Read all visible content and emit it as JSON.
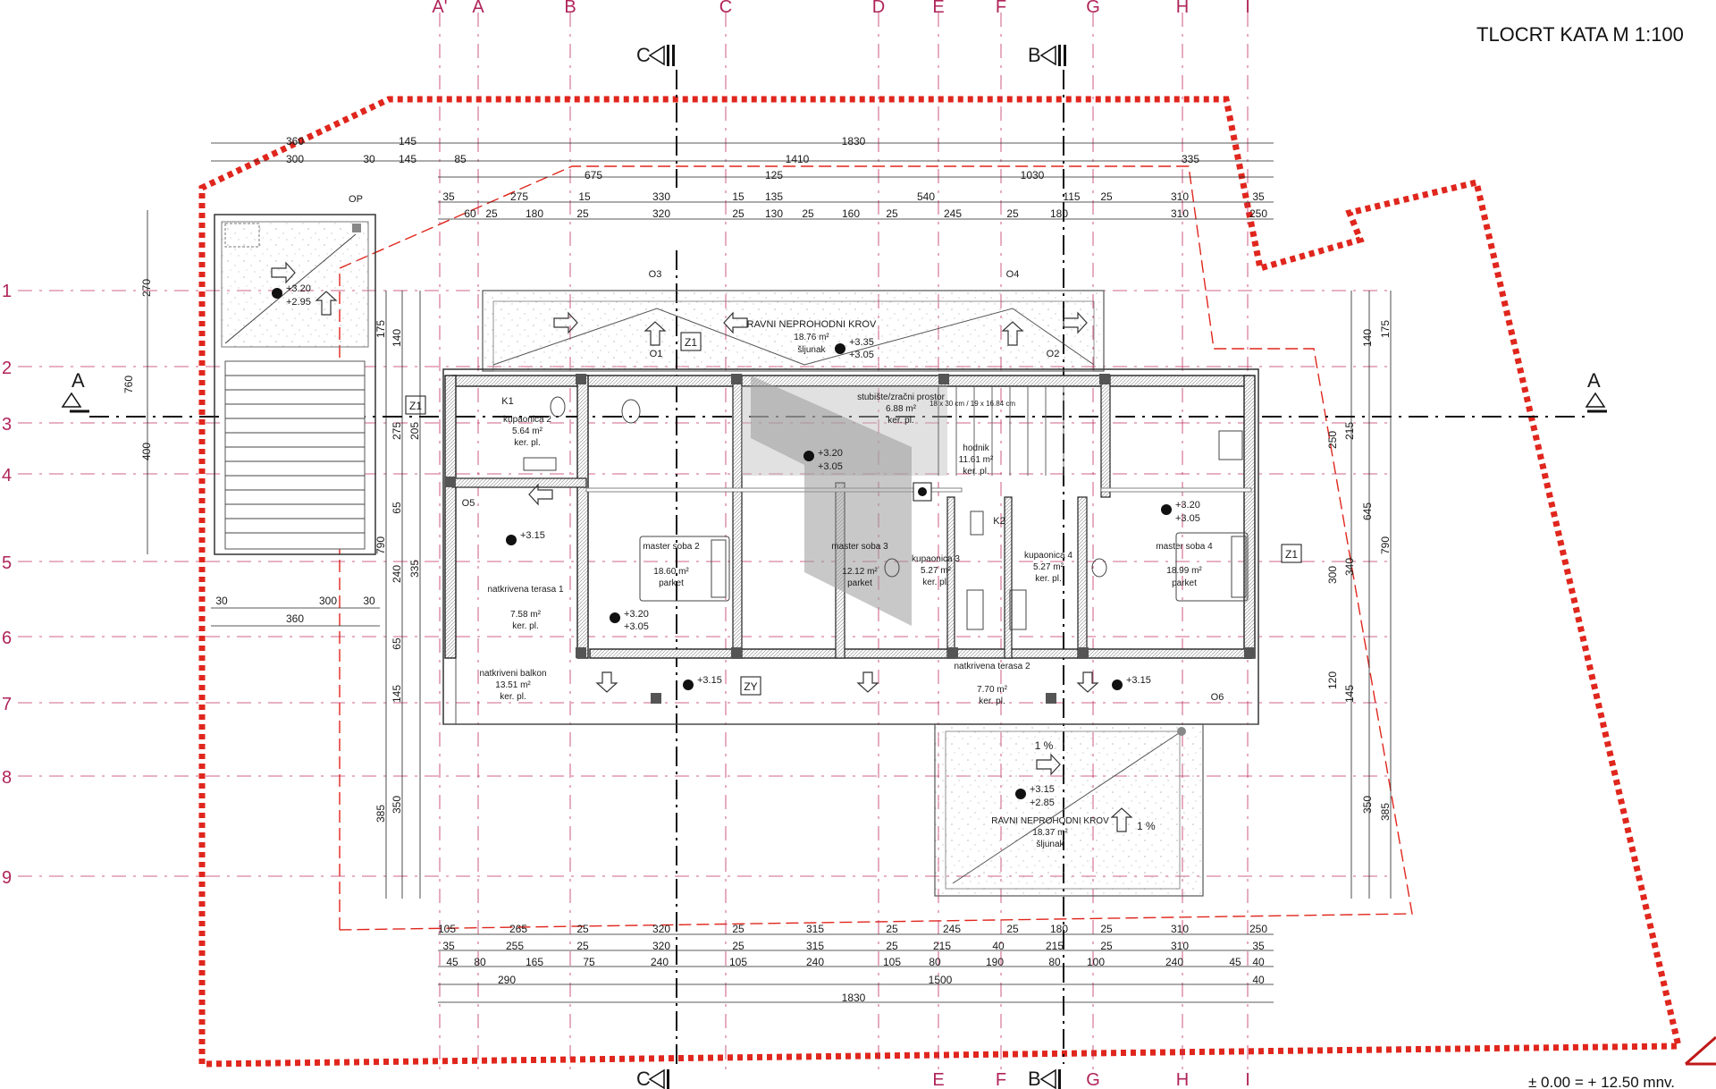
{
  "title": "TLOCRT KATA  M 1:100",
  "elevation_note": "± 0.00 = + 12.50 mnv.",
  "grid": {
    "columns_top": [
      "A'",
      "A",
      "B",
      "C",
      "D",
      "E",
      "F",
      "G",
      "H",
      "I"
    ],
    "columns_bottom": [
      "E",
      "F",
      "G",
      "H",
      "I"
    ],
    "rows": [
      "1",
      "2",
      "3",
      "4",
      "5",
      "6",
      "7",
      "8",
      "9"
    ]
  },
  "sections": {
    "c": "C",
    "b": "B",
    "a": "A"
  },
  "rooms": [
    {
      "id": "roof-north",
      "name": "RAVNI NEPROHODNI KROV",
      "area": "18.76 m²",
      "finish": "šljunak"
    },
    {
      "id": "bath-2",
      "name": "kupaonica 2",
      "area": "5.64 m²",
      "finish": "ker. pl."
    },
    {
      "id": "stair",
      "name": "stubište/zračni prostor",
      "area": "6.88 m²",
      "finish": "ker. pl."
    },
    {
      "id": "hall",
      "name": "hodnik",
      "area": "11.61 m²",
      "finish": "ker. pl."
    },
    {
      "id": "terrace-1",
      "name": "natkrivena terasa 1",
      "area": "7.58 m²",
      "finish": "ker. pl."
    },
    {
      "id": "master-2",
      "name": "master soba 2",
      "area": "18.60 m²",
      "finish": "parket"
    },
    {
      "id": "master-3",
      "name": "master soba 3",
      "area": "12.12 m²",
      "finish": "parket"
    },
    {
      "id": "bath-3",
      "name": "kupaonica 3",
      "area": "5.27 m²",
      "finish": "ker. pl."
    },
    {
      "id": "bath-4",
      "name": "kupaonica 4",
      "area": "5.27 m²",
      "finish": "ker. pl."
    },
    {
      "id": "master-4",
      "name": "master soba 4",
      "area": "18.99 m²",
      "finish": "parket"
    },
    {
      "id": "balcony",
      "name": "natkriveni balkon",
      "area": "13.51 m²",
      "finish": "ker. pl."
    },
    {
      "id": "terrace-2",
      "name": "natkrivena terasa 2",
      "area": "7.70 m²",
      "finish": "ker. pl."
    },
    {
      "id": "roof-south",
      "name": "RAVNI NEPROHODNI KROV",
      "area": "18.37 m²",
      "finish": "šljunak"
    }
  ],
  "levels": [
    "+3.20",
    "+2.95",
    "+3.35",
    "+3.05",
    "+3.20",
    "+3.05",
    "+3.15",
    "+3.20",
    "+3.05",
    "+3.15",
    "+3.15",
    "+3.20",
    "+3.05",
    "+3.15",
    "+2.85"
  ],
  "tags": [
    "Z1",
    "Z1",
    "Z1",
    "ZY",
    "K1",
    "K2",
    "O1",
    "O2",
    "O3",
    "O4",
    "O5",
    "O6",
    "OP"
  ],
  "stair_spec": "18 x 30 cm / 19 x 16.84 cm",
  "slopes": [
    "1 %",
    "1 %"
  ],
  "dims": {
    "top1": [
      "145",
      "1830"
    ],
    "top2": [
      "360",
      "300",
      "30",
      "145",
      "85",
      "1410",
      "335"
    ],
    "top3": [
      "675",
      "125",
      "1030"
    ],
    "top4": [
      "35",
      "275",
      "15",
      "330",
      "15",
      "135",
      "540",
      "115",
      "25",
      "310",
      "35"
    ],
    "top5": [
      "60",
      "25",
      "180",
      "25",
      "320",
      "25",
      "130",
      "25",
      "160",
      "25",
      "245",
      "25",
      "180",
      "310",
      "250"
    ],
    "bottom1": [
      "105",
      "265",
      "25",
      "320",
      "25",
      "315",
      "25",
      "245",
      "25",
      "180",
      "25",
      "310",
      "250"
    ],
    "bottom2": [
      "35",
      "255",
      "25",
      "320",
      "25",
      "315",
      "25",
      "215",
      "40",
      "215",
      "25",
      "310",
      "35"
    ],
    "bottom3": [
      "45",
      "80",
      "165",
      "75",
      "240",
      "105",
      "240",
      "105",
      "80",
      "190",
      "80",
      "100",
      "240",
      "45",
      "40"
    ],
    "bottom4": [
      "290",
      "1500",
      "40"
    ],
    "bottom5": [
      "1830"
    ],
    "left": [
      "760",
      "270",
      "400",
      "175",
      "140",
      "275",
      "205",
      "65",
      "335",
      "790",
      "240",
      "65",
      "145",
      "385",
      "350"
    ],
    "right": [
      "175",
      "140",
      "250",
      "215",
      "645",
      "790",
      "300",
      "340",
      "120",
      "145",
      "350",
      "385"
    ],
    "stair_block": [
      "30",
      "300",
      "30",
      "360"
    ]
  }
}
